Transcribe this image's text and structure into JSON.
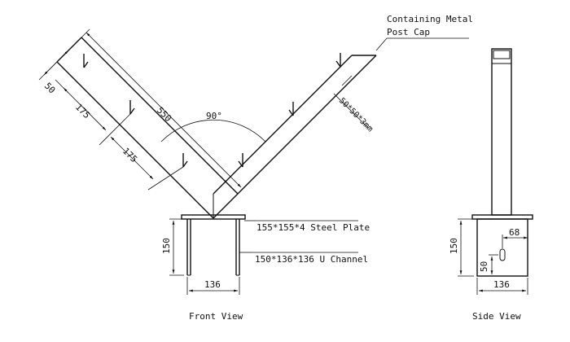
{
  "labels": {
    "containing_cap": "Containing Metal",
    "containing_cap_2": "Post Cap",
    "angle_section": "50*50*3mm",
    "steel_plate": "155*155*4 Steel Plate",
    "u_channel": "150*136*136 U Channel",
    "front_view": "Front View",
    "side_view": "Side View",
    "angle": "90°"
  },
  "dimensions": {
    "arm_length": "550",
    "arm_width": "50",
    "spacing_1": "175",
    "spacing_2": "175",
    "front_height": "150",
    "front_width": "136",
    "side_height": "150",
    "side_width": "136",
    "slot_offset": "68",
    "slot_height": "50"
  }
}
